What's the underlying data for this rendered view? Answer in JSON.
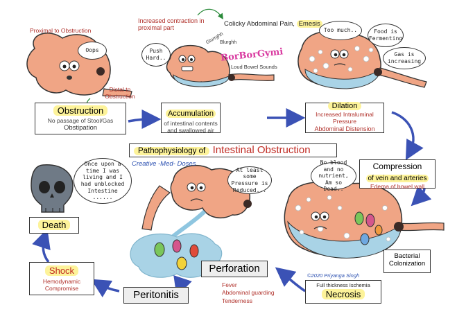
{
  "labels": {
    "proximal": "Proximal to Obstruction",
    "distal": "Distal to Obstruction",
    "increased_contraction": "Increased contraction in proximal part",
    "colicky": "Colicky Abdominal Pain",
    "emesis": "Emesis",
    "gurgle1": "Glurrghh",
    "gurgle2": "Blurghh",
    "borborygmi": "BorBorGymi",
    "loud_sounds": "Loud Bowel Sounds",
    "bubble_oops": "Oops",
    "bubble_push": "Push Hard..",
    "bubble_toomuch": "Too much..",
    "bubble_food": "Food is Fermenting",
    "bubble_gas": "Gas is increasing",
    "bubble_death": "Once upon a time I was living and I had unblocked Intestine ......",
    "bubble_pressure": "At least some Pressure is Reduced...",
    "bubble_nutrient": "No blood and no nutrient, Am so Dead.."
  },
  "steps": {
    "obstruction": {
      "title": "Obstruction",
      "line1": "No passage of Stool/Gas",
      "line2": "Obstipation"
    },
    "accumulation": {
      "title": "Accumulation",
      "line1": "of intestinal contents",
      "line2": "and swallowed air"
    },
    "dilation": {
      "title": "Dilation",
      "line1": "Increased Intraluminal",
      "line2": "Pressure",
      "line3": "Abdominal Distension"
    },
    "compression": {
      "title1": "Compression",
      "title2": "of vein and arteries",
      "line1": "Edema of bowel wall"
    },
    "bacterial": {
      "title": "Bacterial Colonization"
    },
    "necrosis": {
      "sub": "Full thickness Ischemia",
      "title": "Necrosis"
    },
    "perforation": {
      "title": "Perforation"
    },
    "perf_signs": {
      "line1": "Fever",
      "line2": "Abdominal guarding",
      "line3": "Tenderness"
    },
    "peritonitis": {
      "title": "Peritonitis"
    },
    "shock": {
      "title": "Shock",
      "line1": "Hemodynamic",
      "line2": "Compromise"
    },
    "death": {
      "title": "Death"
    }
  },
  "center": {
    "title_prefix": "Pathophysiology of",
    "title_main": "Intestinal Obstruction",
    "credit": "Creative -Med- Doses",
    "copyright": "©2020 Priyanga Singh"
  },
  "colors": {
    "intestine": "#f0a585",
    "fluid": "#a9d3e6",
    "arrow": "#3b52b5",
    "highlight": "#fdf39a"
  }
}
